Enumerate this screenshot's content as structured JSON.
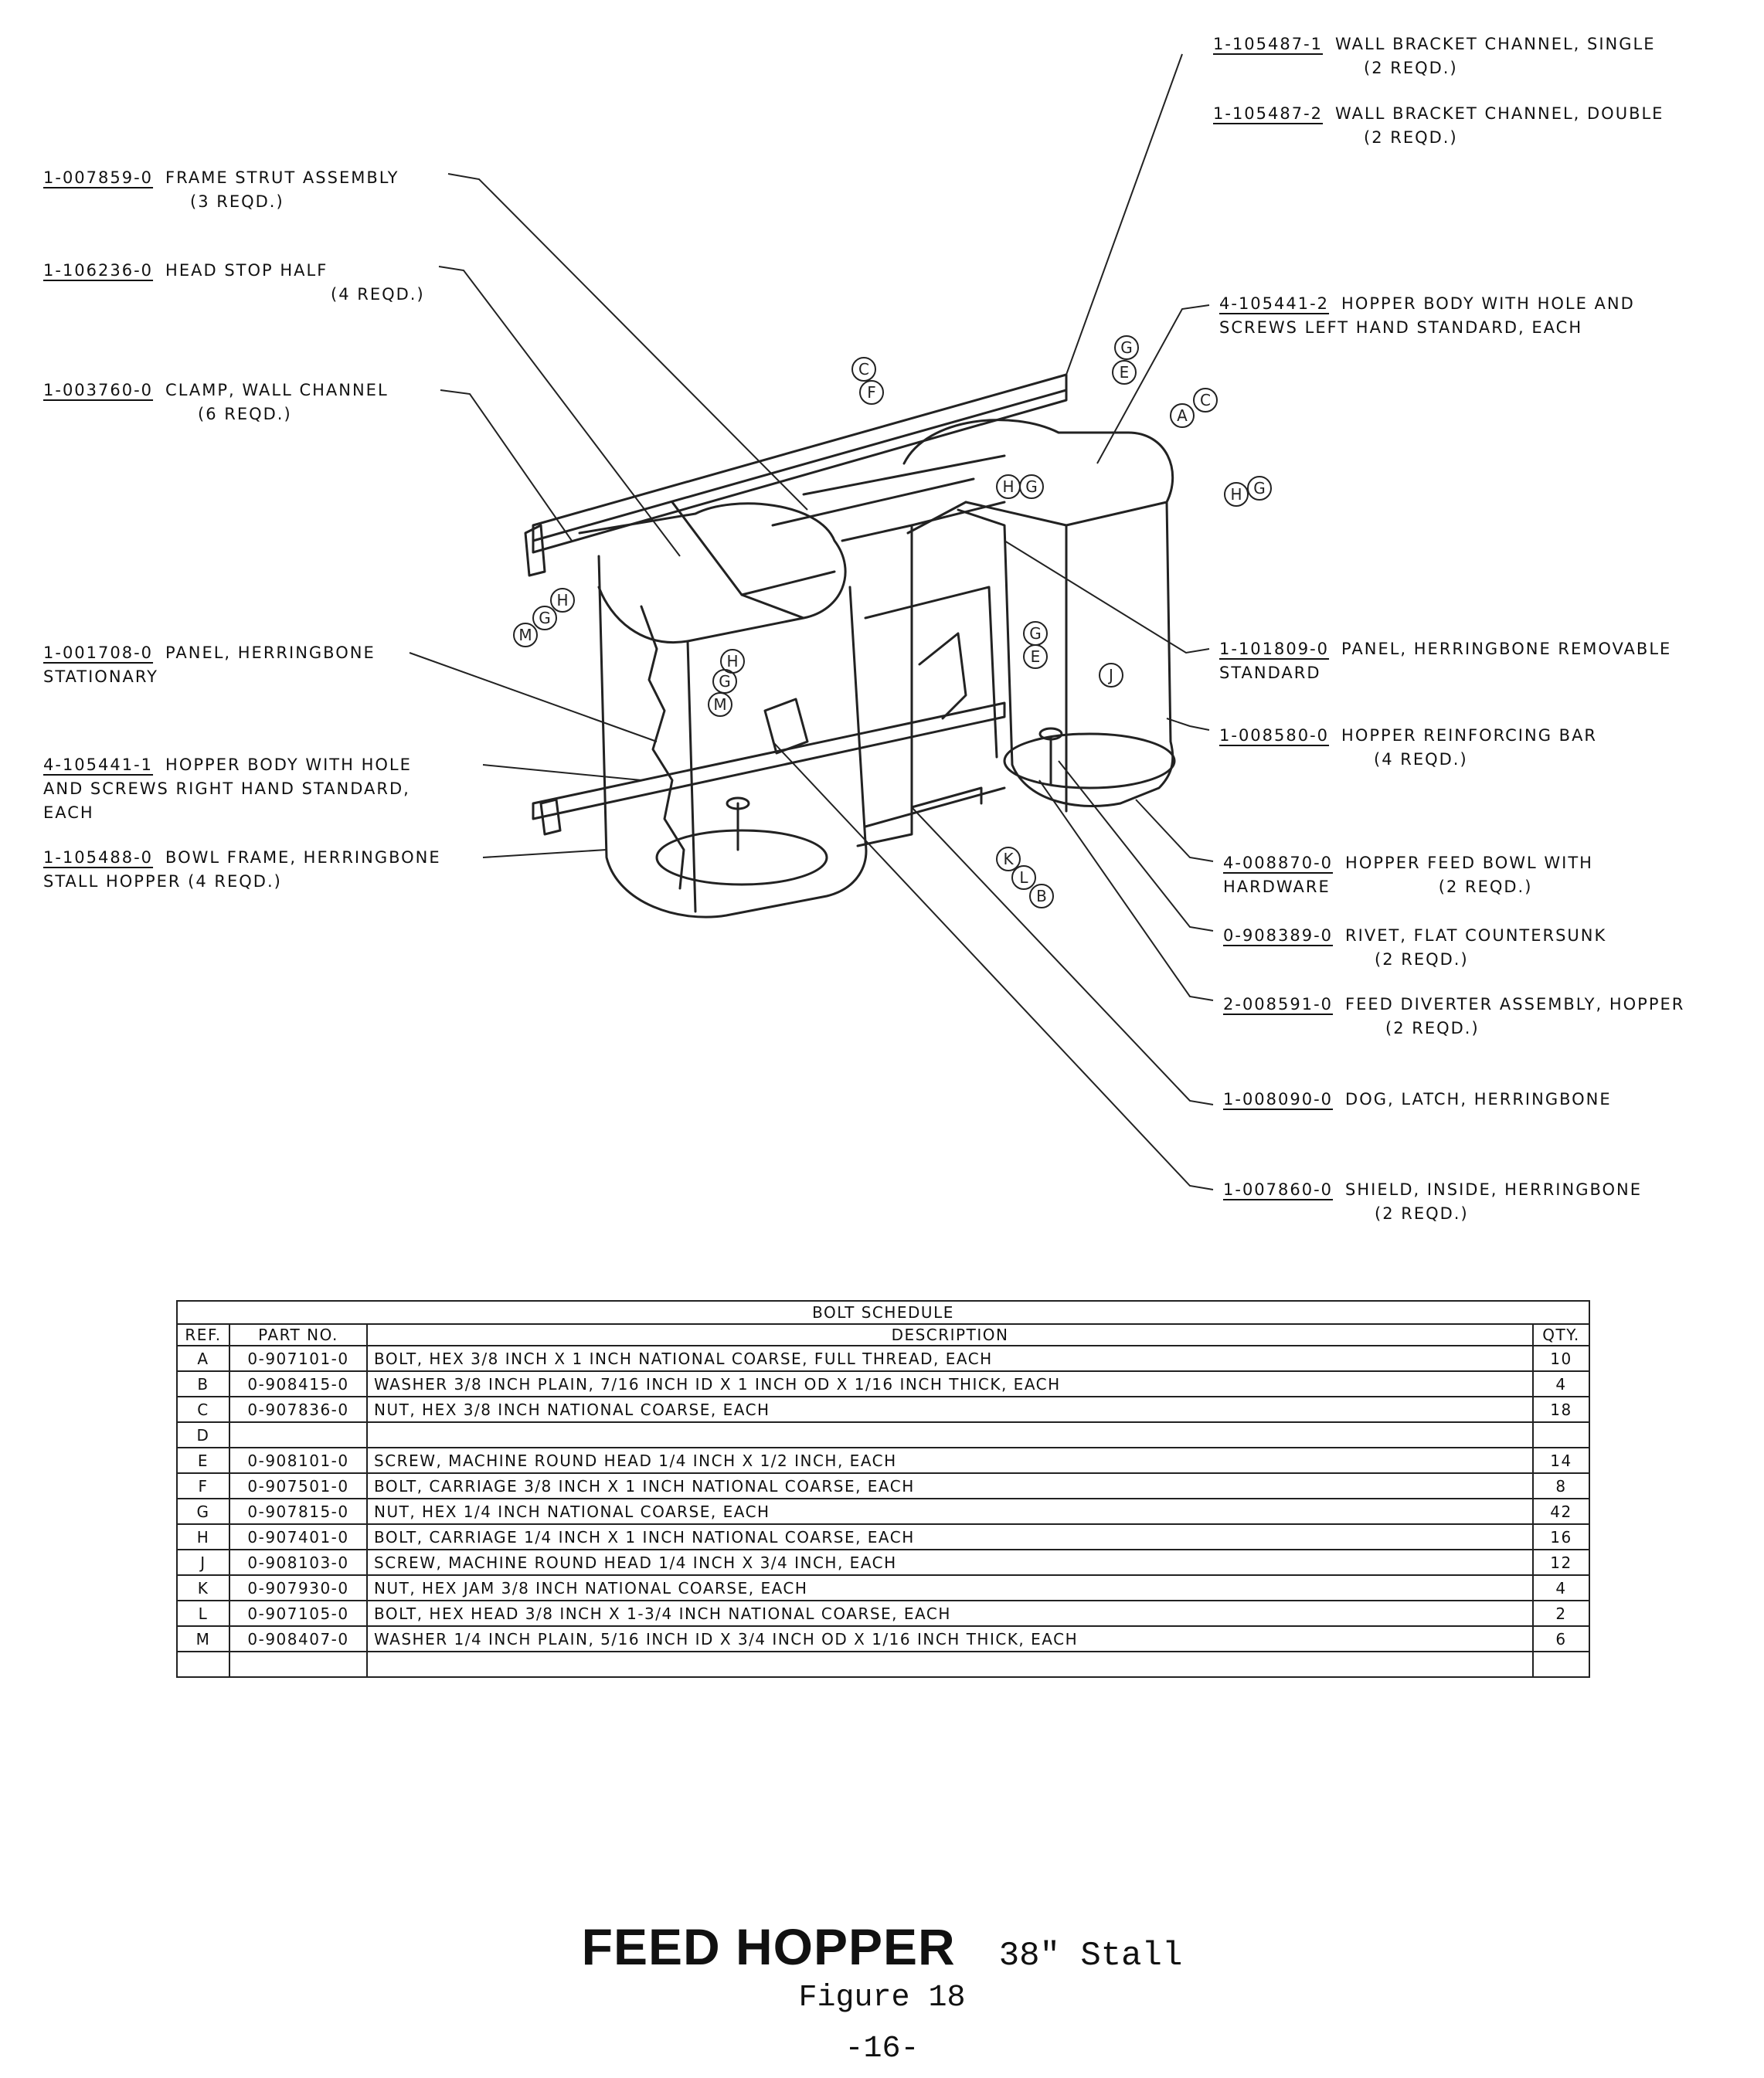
{
  "labels": [
    {
      "id": "wall-bracket-single",
      "part": "1-105487-1",
      "desc": "WALL BRACKET CHANNEL, SINGLE",
      "req": "(2 REQD.)"
    },
    {
      "id": "wall-bracket-double",
      "part": "1-105487-2",
      "desc": "WALL BRACKET CHANNEL, DOUBLE",
      "req": "(2 REQD.)"
    },
    {
      "id": "frame-strut",
      "part": "1-007859-0",
      "desc": "FRAME STRUT ASSEMBLY",
      "req": "(3 REQD.)"
    },
    {
      "id": "head-stop-half",
      "part": "1-106236-0",
      "desc": "HEAD STOP HALF",
      "req": "(4 REQD.)"
    },
    {
      "id": "clamp-wall-channel",
      "part": "1-003760-0",
      "desc": "CLAMP, WALL CHANNEL",
      "req": "(6 REQD.)"
    },
    {
      "id": "hopper-body-left",
      "part": "4-105441-2",
      "desc": "HOPPER BODY WITH HOLE AND",
      "desc2": "SCREWS LEFT HAND STANDARD, EACH"
    },
    {
      "id": "panel-stationary",
      "part": "1-001708-0",
      "desc": "PANEL, HERRINGBONE",
      "desc2": "STATIONARY"
    },
    {
      "id": "panel-removable",
      "part": "1-101809-0",
      "desc": "PANEL, HERRINGBONE REMOVABLE",
      "desc2": "STANDARD"
    },
    {
      "id": "reinforcing-bar",
      "part": "1-008580-0",
      "desc": "HOPPER REINFORCING BAR",
      "req": "(4 REQD.)"
    },
    {
      "id": "hopper-body-right",
      "part": "4-105441-1",
      "desc": "HOPPER BODY WITH HOLE",
      "desc2": "AND SCREWS RIGHT HAND STANDARD,",
      "desc3": "EACH"
    },
    {
      "id": "bowl-frame",
      "part": "1-105488-0",
      "desc": "BOWL FRAME, HERRINGBONE",
      "desc2": "STALL HOPPER (4 REQD.)"
    },
    {
      "id": "feed-bowl",
      "part": "4-008870-0",
      "desc": "HOPPER FEED BOWL WITH",
      "desc2": "HARDWARE",
      "req": "(2 REQD.)"
    },
    {
      "id": "rivet",
      "part": "0-908389-0",
      "desc": "RIVET, FLAT COUNTERSUNK",
      "req": "(2 REQD.)"
    },
    {
      "id": "feed-diverter",
      "part": "2-008591-0",
      "desc": "FEED DIVERTER ASSEMBLY, HOPPER",
      "req": "(2 REQD.)"
    },
    {
      "id": "dog-latch",
      "part": "1-008090-0",
      "desc": "DOG, LATCH, HERRINGBONE"
    },
    {
      "id": "shield-inside",
      "part": "1-007860-0",
      "desc": "SHIELD, INSIDE, HERRINGBONE",
      "req": "(2 REQD.)"
    }
  ],
  "callouts": [
    "A",
    "B",
    "C",
    "E",
    "F",
    "G",
    "H",
    "J",
    "K",
    "L",
    "M"
  ],
  "bolt_schedule": {
    "title": "BOLT SCHEDULE",
    "headers": {
      "ref": "REF.",
      "part": "PART NO.",
      "desc": "DESCRIPTION",
      "qty": "QTY."
    },
    "rows": [
      {
        "ref": "A",
        "part": "0-907101-0",
        "desc": "BOLT, HEX 3/8 INCH X 1 INCH NATIONAL COARSE, FULL THREAD, EACH",
        "qty": "10"
      },
      {
        "ref": "B",
        "part": "0-908415-0",
        "desc": "WASHER 3/8 INCH PLAIN, 7/16 INCH ID X 1 INCH OD X 1/16 INCH THICK, EACH",
        "qty": "4"
      },
      {
        "ref": "C",
        "part": "0-907836-0",
        "desc": "NUT, HEX 3/8 INCH NATIONAL COARSE, EACH",
        "qty": "18"
      },
      {
        "ref": "D",
        "part": "",
        "desc": "",
        "qty": ""
      },
      {
        "ref": "E",
        "part": "0-908101-0",
        "desc": "SCREW, MACHINE ROUND HEAD 1/4 INCH X 1/2 INCH, EACH",
        "qty": "14"
      },
      {
        "ref": "F",
        "part": "0-907501-0",
        "desc": "BOLT, CARRIAGE 3/8 INCH X 1 INCH NATIONAL COARSE, EACH",
        "qty": "8"
      },
      {
        "ref": "G",
        "part": "0-907815-0",
        "desc": "NUT, HEX 1/4 INCH NATIONAL COARSE, EACH",
        "qty": "42"
      },
      {
        "ref": "H",
        "part": "0-907401-0",
        "desc": "BOLT, CARRIAGE 1/4 INCH X 1 INCH NATIONAL COARSE, EACH",
        "qty": "16"
      },
      {
        "ref": "J",
        "part": "0-908103-0",
        "desc": "SCREW, MACHINE ROUND HEAD 1/4 INCH X 3/4 INCH, EACH",
        "qty": "12"
      },
      {
        "ref": "K",
        "part": "0-907930-0",
        "desc": "NUT, HEX JAM 3/8 INCH NATIONAL COARSE, EACH",
        "qty": "4"
      },
      {
        "ref": "L",
        "part": "0-907105-0",
        "desc": "BOLT, HEX HEAD 3/8 INCH X 1-3/4 INCH NATIONAL COARSE, EACH",
        "qty": "2"
      },
      {
        "ref": "M",
        "part": "0-908407-0",
        "desc": "WASHER 1/4 INCH PLAIN, 5/16 INCH ID X 3/4 INCH OD X 1/16 INCH THICK, EACH",
        "qty": "6"
      },
      {
        "ref": "",
        "part": "",
        "desc": "",
        "qty": ""
      }
    ]
  },
  "caption": {
    "title": "FEED HOPPER",
    "subtitle": "38\" Stall",
    "figure": "Figure 18",
    "page": "-16-"
  }
}
